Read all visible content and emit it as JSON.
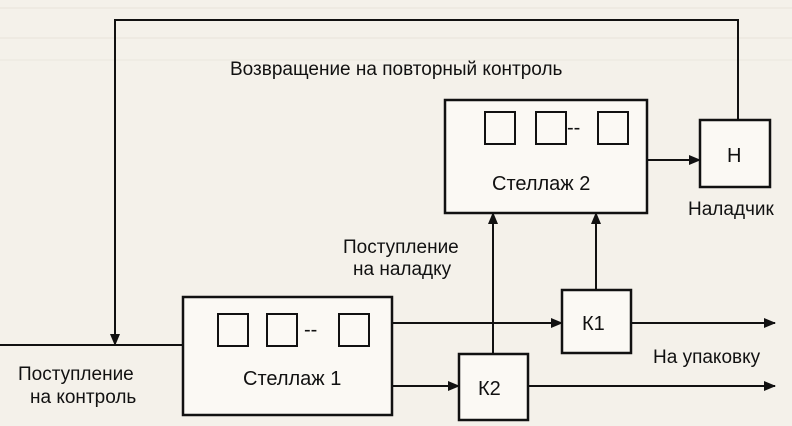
{
  "labels": {
    "return_loop": "Возвращение на повторный контроль",
    "to_adjust_1": "Поступление",
    "to_adjust_2": "на наладку",
    "to_control_1": "Поступление",
    "to_control_2": "на контроль",
    "to_packing": "На упаковку",
    "adjuster": "Наладчик"
  },
  "boxes": {
    "rack1": "Стеллаж 1",
    "rack2": "Стеллаж 2",
    "k1": "К1",
    "k2": "К2",
    "n": "Н"
  },
  "slot_separator": "--"
}
